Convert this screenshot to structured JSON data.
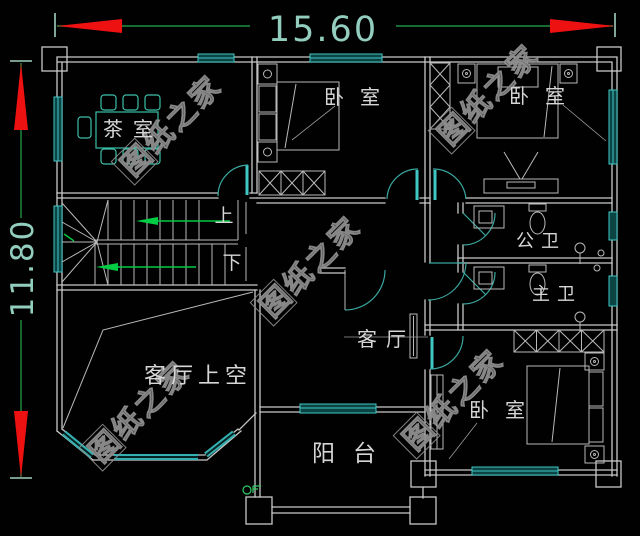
{
  "dimensions": {
    "top": {
      "value": "15.60"
    },
    "left": {
      "value": "11.80"
    }
  },
  "rooms": {
    "tea_room": {
      "label": "茶室"
    },
    "bedroom_top_center": {
      "label": "卧室"
    },
    "bedroom_top_right": {
      "label": "卧室"
    },
    "bedroom_bottom_right": {
      "label": "卧室"
    },
    "public_bathroom": {
      "label": "公卫"
    },
    "master_bathroom": {
      "label": "主卫"
    },
    "living_room": {
      "label": "客厅"
    },
    "living_room_void": {
      "label": "客厅上空"
    },
    "balcony": {
      "label": "阳台"
    }
  },
  "stairs": {
    "up_label": "上",
    "down_label": "下"
  },
  "watermark": {
    "text": "图纸之家"
  },
  "colors": {
    "background": "#010101",
    "walls": "#c9c9c9",
    "windows": "#41c6c6",
    "furniture_accent": "#3cc0aa",
    "dimension_line": "#1d8f42",
    "dimension_text": "#93cdbd",
    "dimension_arrow": "#ee1111",
    "stair_arrow": "#00cc44",
    "label_text": "#d6d6d6",
    "watermark": "#8f8f8f"
  }
}
